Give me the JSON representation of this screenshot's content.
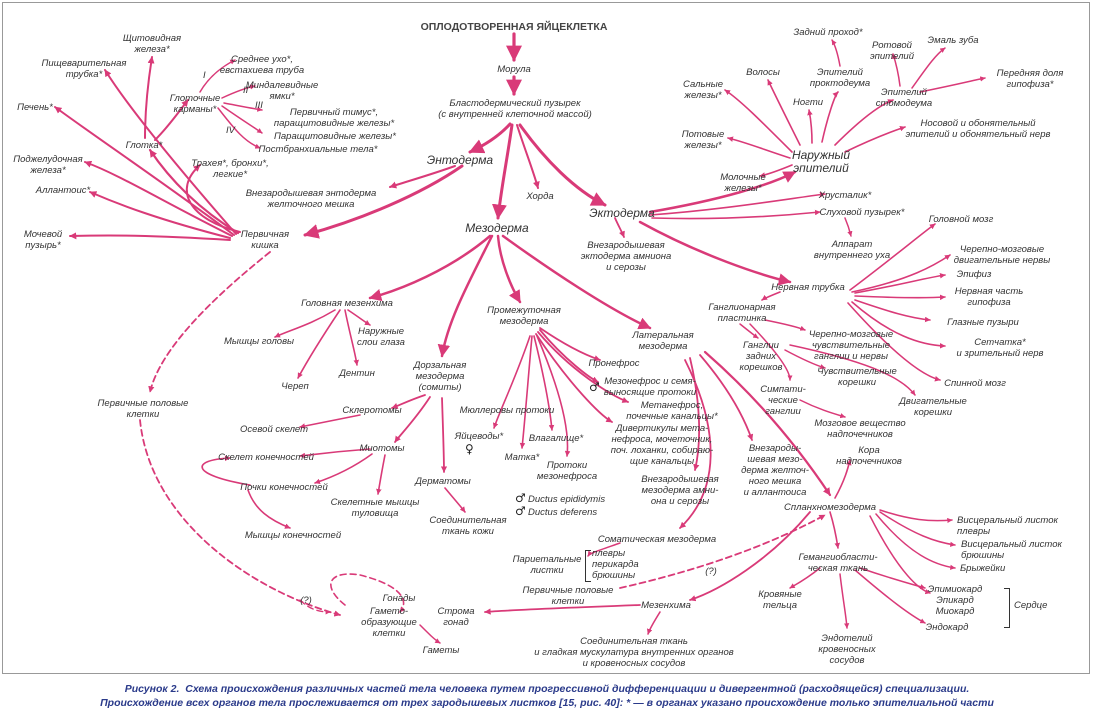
{
  "nodes": {
    "zygote": "ОПЛОДОТВОРЕННАЯ ЯЙЦЕКЛЕТКА",
    "morula": "Морула",
    "blastocyst": "Бластодермический пузырек\n(с внутренней клеточной массой)",
    "endoderm": "Энтодерма",
    "mesoderm": "Мезодерма",
    "ectoderm": "Эктодерма",
    "chorda": "Хорда",
    "yolk_endoderm": "Внезародышевая энтодерма\nжелточного мешка",
    "primary_gut": "Первичная\nкишка",
    "allantois": "Аллантоис*",
    "bladder": "Мочевой\nпузырь*",
    "pancreas": "Поджелудочная\nжелеза*",
    "liver": "Печень*",
    "digestive_tube": "Пищеварительная\nтрубка*",
    "thyroid": "Щитовидная\nжелеза*",
    "pharynx": "Глотка*",
    "trachea": "Трахея*, бронхи*,\nлегкие*",
    "pouches": "Глоточные\nкарманы*",
    "roman_1": "I",
    "roman_2": "II",
    "roman_3": "III",
    "roman_4": "IV",
    "middle_ear": "Среднее ухо*,\nевстахиева труба",
    "tonsils": "Миндалевидные\nямки*",
    "thymus": "Первичный тимус*,\nпаращитовидные железы*",
    "parathyroid": "Паращитовидные железы*",
    "postbranchial": "Постбранхиальные тела*",
    "head_mesenchyme": "Головная мезенхима",
    "head_muscles": "Мышцы головы",
    "eye_layers": "Наружные\nслои глаза",
    "skull": "Череп",
    "dentin": "Дентин",
    "dorsal_mesoderm": "Дорзальная\nмезодерма\n(сомиты)",
    "sclerotomes": "Склеротомы",
    "axial_skeleton": "Осевой скелет",
    "myotomes": "Миотомы",
    "limb_skeleton": "Скелет конечностей",
    "limb_buds": "Почки конечностей",
    "trunk_muscles": "Скелетные мышцы\nтуловища",
    "limb_muscles": "Мышцы конечностей",
    "dermatomes": "Дерматомы",
    "dermis": "Соединительная\nткань кожи",
    "intermediate_mesoderm": "Промежуточная\nмезодерма",
    "pronephros": "Пронефрос",
    "mesonephros": "Мезонефрос и семя-\nвыносящие протоки",
    "metanephros": "Метанефрос,\nпочечные канальцы*",
    "diverticula": "Дивертикулы мета-\nнефроса, мочеточник,\nпоч. лоханки, собираю-\nщие канальцы",
    "mullerian": "Мюллеровы протоки",
    "oviducts": "Яйцеводы*",
    "vagina": "Влагалище*",
    "uterus": "Матка*",
    "mesonephric_ducts": "Протоки\nмезонефроса",
    "epididymis": "Ductus epididymis",
    "deferens": "Ductus deferens",
    "lateral_mesoderm": "Латеральная\nмезодерма",
    "ex_yolk_mesoderm": "Внезароды-\nшевая мезо-\nдерма желточ-\nного мешка\nи аллантоиса",
    "ex_amnion_mesoderm": "Внезародышевая\nмезодерма амни-\nона и серозы",
    "somatic_mesoderm": "Соматическая мезодерма",
    "parietal_layers": "Париетальные\nлистки",
    "pleura_etc": "плевры\nперикарда\nбрюшины",
    "pgc_bottom": "Первичные половые\nклетки",
    "pgc_left": "Первичные половые\nклетки",
    "q_left": "(?)",
    "q_right": "(?)",
    "gonads": "Гонады",
    "gametogenic": "Гамето-\nобразующие\nклетки",
    "gametes": "Гаметы",
    "gonad_stroma": "Строма\nгонад",
    "mesenchyme": "Мезенхима",
    "connective_tissue": "Соединительная ткань\nи гладкая мускулатура внутренних органов\nи кровеносных сосудов",
    "splanchnomesoderm": "Спланхномезодерма",
    "hemangioblastic": "Гемангиобласти-\nческая ткань",
    "blood_cells": "Кровяные\nтельца",
    "endothelium": "Эндотелий\nкровеносных\nсосудов",
    "visceral_pleura": "Висцеральный листок\nплевры",
    "visceral_peritoneum": "Висцеральный листок\nбрюшины",
    "mesentery": "Брыжейки",
    "epi_myo": "Эпимиокард\nЭпикард\nМиокард",
    "endocard": "Эндокард",
    "heart": "Сердце",
    "cortex": "Кора\nнадпочечников",
    "ex_ectoderm": "Внезародышевая\nэктодерма амниона\nи серозы",
    "outer_epithelium": "Наружный\nэпителий",
    "sebaceous": "Сальные\nжелезы*",
    "sweat": "Потовые\nжелезы*",
    "mammary": "Молочные\nжелезы*",
    "hair": "Волосы",
    "nails": "Ногти",
    "anus": "Задний проход*",
    "proctodeum": "Эпителий\nпроктодеума",
    "oral_epithelium": "Ротовой\nэпителий",
    "stomodeum": "Эпителий\nстомодеума",
    "enamel": "Эмаль зуба",
    "pituitary_front": "Передняя доля\nгипофиза*",
    "nasal": "Носовой и обонятельный\nэпителий и обонятельный нерв",
    "lens": "Хрусталик*",
    "otic_vesicle": "Слуховой пузырек*",
    "inner_ear": "Аппарат\nвнутреннего уха",
    "neural_tube": "Нервная трубка",
    "brain": "Головной мозг",
    "cranial_nerves": "Черепно-мозговые\nдвигательные нервы",
    "epiphysis": "Эпифиз",
    "pituitary_neural": "Нервная часть\nгипофиза",
    "eye_vesicles": "Глазные пузыри",
    "retina": "Сетчатка*\nи зрительный нерв",
    "spinal_cord": "Спинной мозг",
    "ganglionic_plate": "Ганглионарная\nпластинка",
    "dorsal_root_ganglia": "Ганглии\nзадних\nкорешков",
    "cranial_ganglia": "Черепно-мозговые\nчувствительные\nганглии и нервы",
    "sensory_roots": "Чувствительные\nкорешки",
    "sympathetic": "Симпати-\nческие\nганглии",
    "motor_roots": "Двигательные\nкорешки",
    "medulla": "Мозговое вещество\nнадпочечников"
  },
  "caption": "Рисунок 2.  Схема происхождения различных частей тела человека путем прогрессивной дифференциации и дивергентной (расходящейся) специализации.\nПроисхождение всех органов тела прослеживается от трех зародышевых листков [15, рис. 40]: * — в органах указано происхождение только эпителиальной части",
  "colors": {
    "edge": "#d93a78",
    "text": "#333333",
    "caption": "#2a3a8a",
    "female_symbol": "♀",
    "male_symbol": "♂"
  }
}
